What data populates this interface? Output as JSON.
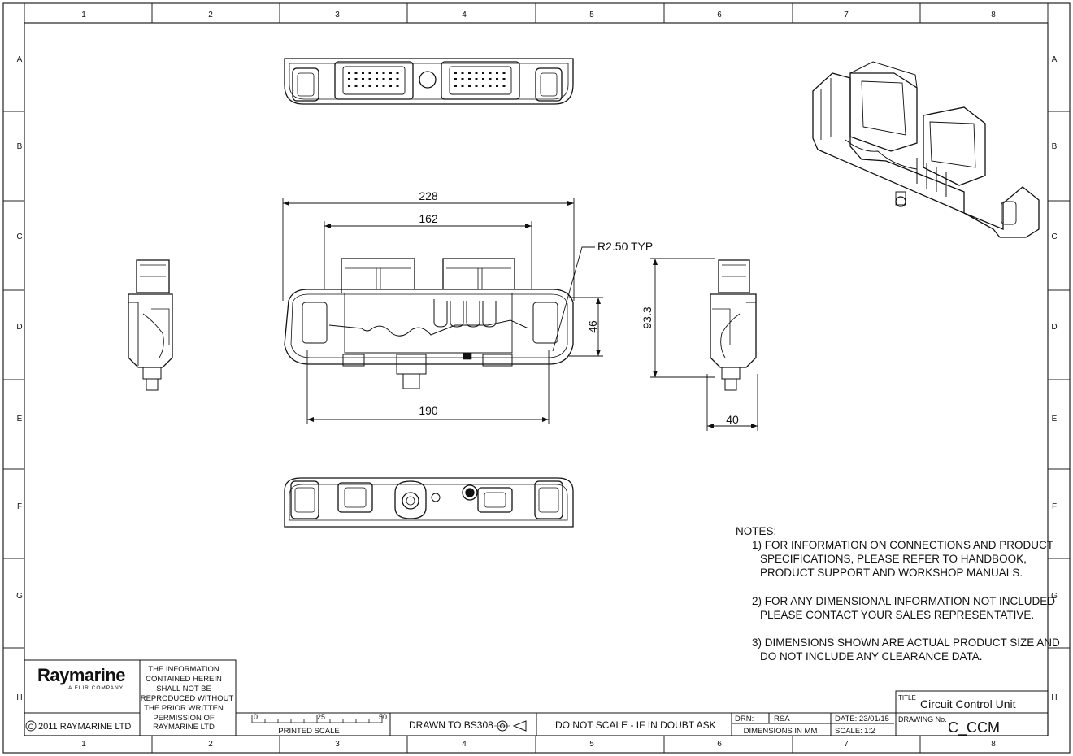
{
  "grid": {
    "cols": [
      "1",
      "2",
      "3",
      "4",
      "5",
      "6",
      "7",
      "8"
    ],
    "rows": [
      "A",
      "B",
      "C",
      "D",
      "E",
      "F",
      "G",
      "H"
    ]
  },
  "dimensions": {
    "overall_width": "228",
    "connector_span": "162",
    "fixing_centres": "190",
    "radius_note": "R2.50 TYP",
    "body_height": "46",
    "total_height": "93.3",
    "depth": "40"
  },
  "notes": {
    "heading": "NOTES:",
    "note1_l1": "1) FOR INFORMATION ON CONNECTIONS AND PRODUCT",
    "note1_l2": "SPECIFICATIONS, PLEASE REFER TO HANDBOOK,",
    "note1_l3": "PRODUCT SUPPORT AND WORKSHOP MANUALS.",
    "note2_l1": "2) FOR ANY DIMENSIONAL INFORMATION NOT INCLUDED",
    "note2_l2": "PLEASE CONTACT YOUR SALES REPRESENTATIVE.",
    "note3_l1": "3) DIMENSIONS SHOWN ARE ACTUAL PRODUCT SIZE AND",
    "note3_l2": "DO NOT INCLUDE ANY CLEARANCE DATA."
  },
  "title_block": {
    "brand": "Raymarine",
    "brand_sub": "A FLIR COMPANY",
    "copyright": "2011 RAYMARINE LTD",
    "copyright_symbol": "C",
    "disclaimer": [
      "THE INFORMATION",
      "CONTAINED HEREIN",
      "SHALL NOT BE",
      "REPRODUCED WITHOUT",
      "THE PRIOR WRITTEN",
      "PERMISSION OF",
      "RAYMARINE LTD"
    ],
    "scale_ticks": [
      "0",
      "25",
      "50"
    ],
    "printed_scale": "PRINTED SCALE",
    "standard": "DRAWN TO BS308",
    "do_not_scale": "DO NOT SCALE - IF IN DOUBT ASK",
    "drn_label": "DRN:",
    "drn_value": "RSA",
    "date": "DATE: 23/01/15",
    "units": "DIMENSIONS IN MM",
    "scale_label": "SCALE:",
    "scale_value": "1:2",
    "title_label": "TITLE",
    "title": "Circuit Control Unit",
    "drawing_no_label": "DRAWING No.",
    "drawing_no": "C_CCM"
  }
}
